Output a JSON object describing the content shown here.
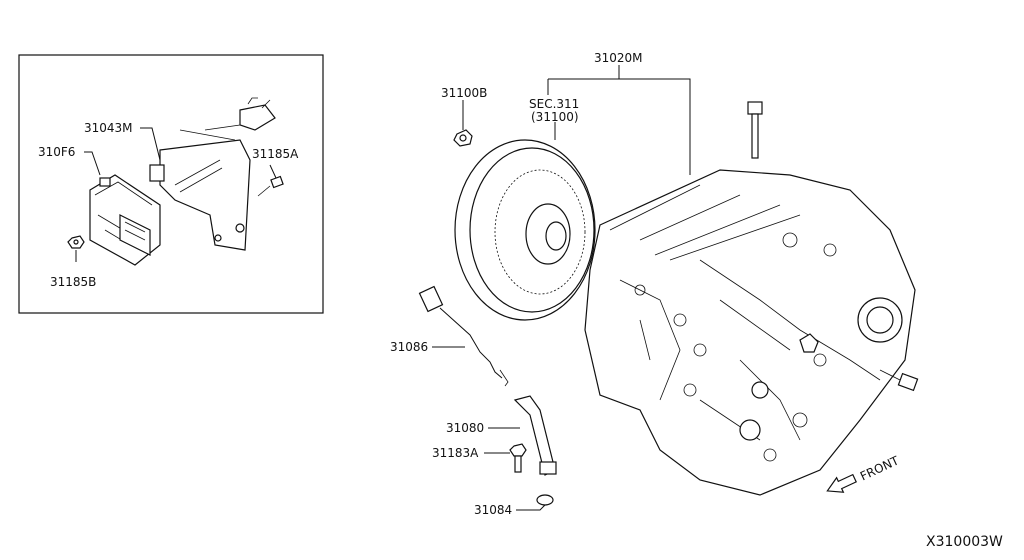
{
  "callouts": {
    "c31043M": "31043M",
    "c310F6": "310F6",
    "c31185A": "31185A",
    "c31185B": "31185B",
    "c31100B": "31100B",
    "sec_line1": "SEC.311",
    "sec_line2": "(31100)",
    "c31020M": "31020M",
    "c31086": "31086",
    "c31080": "31080",
    "c31183A": "31183A",
    "c31084": "31084"
  },
  "front_label": "FRONT",
  "diagram_code": "X310003W"
}
